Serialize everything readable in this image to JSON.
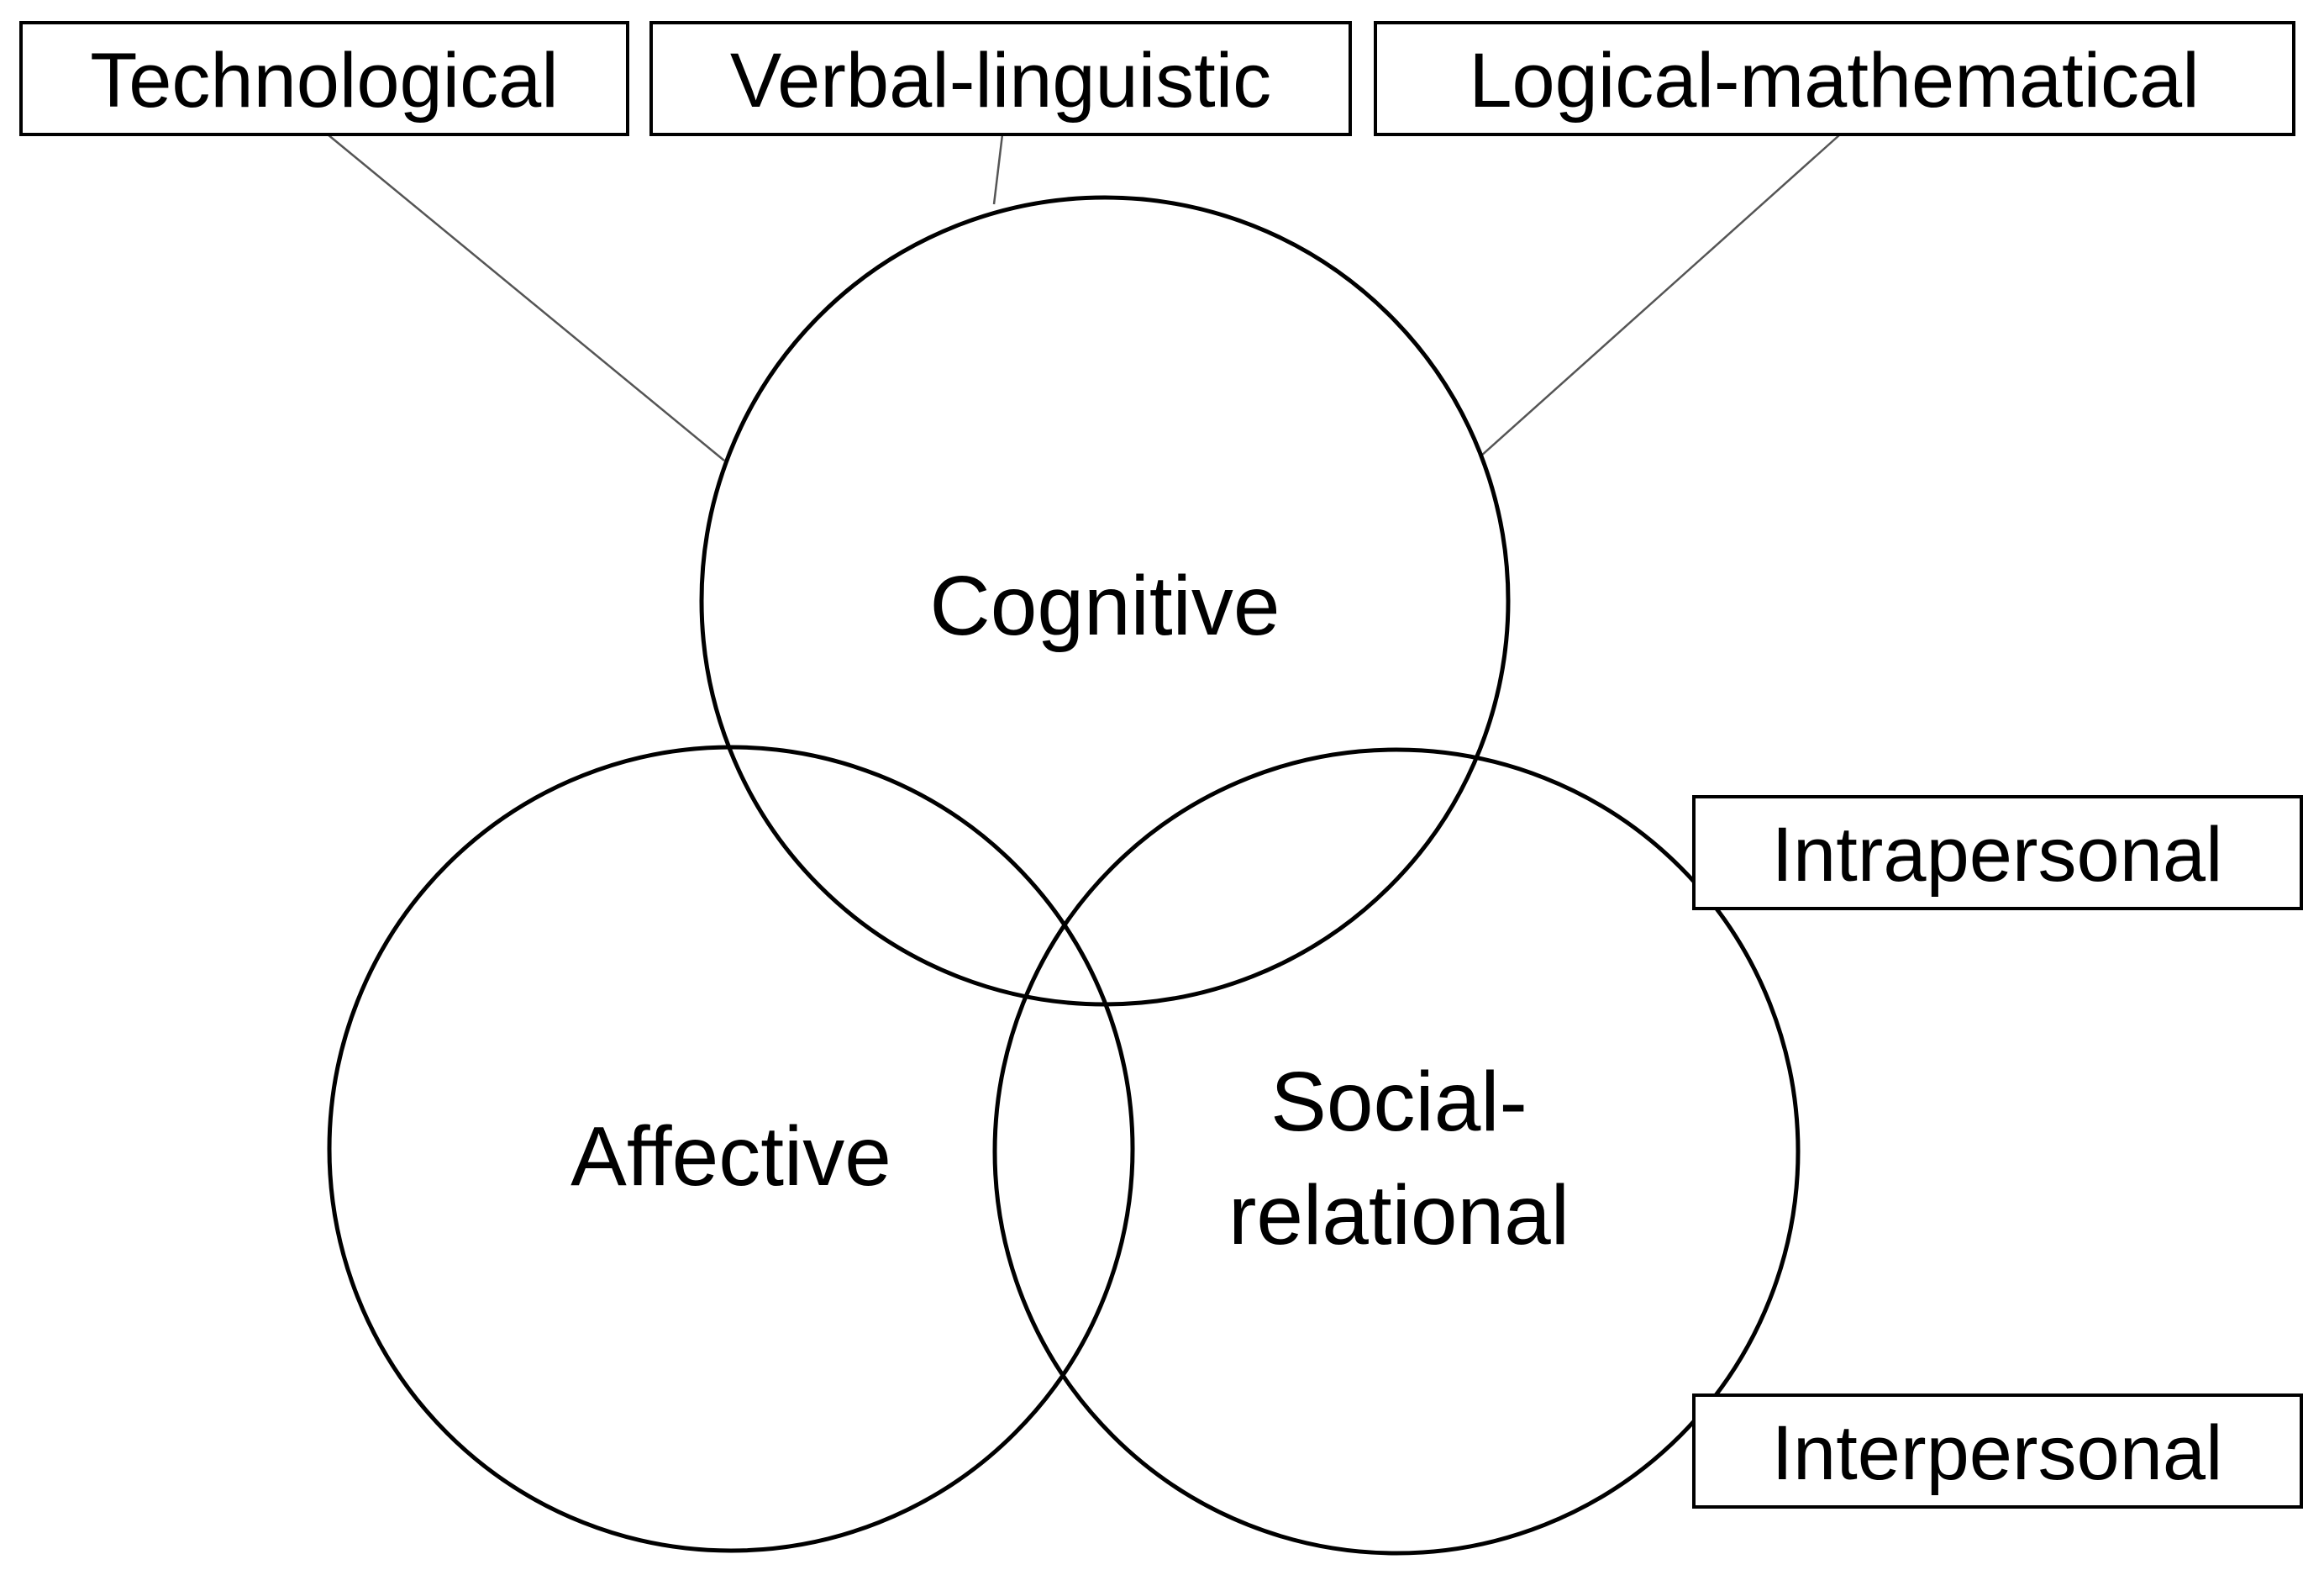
{
  "circles": {
    "cognitive": {
      "label": "Cognitive"
    },
    "affective": {
      "label": "Affective"
    },
    "social": {
      "label_line1": "Social-",
      "label_line2": "relational"
    }
  },
  "labels": {
    "technological": "Technological",
    "verbal_linguistic": "Verbal-linguistic",
    "logical_mathematical": "Logical-mathematical",
    "intrapersonal": "Intrapersonal",
    "interpersonal": "Interpersonal"
  },
  "colors": {
    "stroke": "#000000",
    "connector": "#555555",
    "background": "#ffffff"
  }
}
